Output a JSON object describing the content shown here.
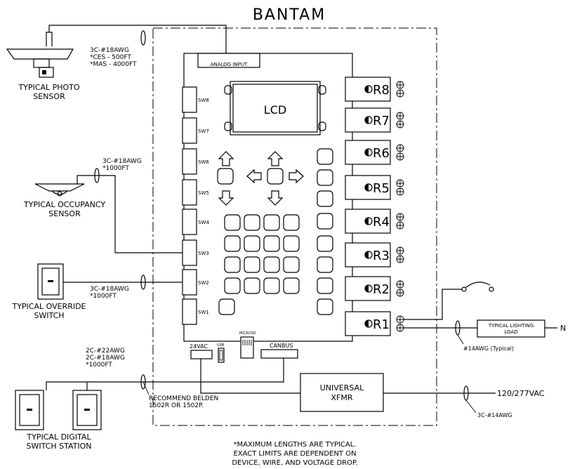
{
  "title": "BANTAM",
  "board": {
    "analog_input": "ANALOG INPUT",
    "lcd": "LCD",
    "switches": [
      "SW8",
      "SW7",
      "SW6",
      "SW5",
      "SW4",
      "SW3",
      "SW2",
      "SW1"
    ],
    "relays": [
      "R8",
      "R7",
      "R6",
      "R5",
      "R4",
      "R3",
      "R2",
      "R1"
    ],
    "power": "24VAC",
    "usb": "USB",
    "microsd": "MICROSD",
    "canbus": "CANBUS"
  },
  "photo_sensor": {
    "wire": [
      "3C-#18AWG",
      "*CES - 500FT",
      "*MAS - 4000FT"
    ],
    "label": [
      "TYPICAL PHOTO",
      "SENSOR"
    ]
  },
  "occupancy_sensor": {
    "wire": [
      "3C-#18AWG",
      "*1000FT"
    ],
    "label": [
      "TYPICAL OCCUPANCY",
      "SENSOR"
    ]
  },
  "override_switch": {
    "wire": [
      "3C-#18AWG",
      "*1000FT"
    ],
    "label": [
      "TYPICAL OVERRIDE",
      "SWITCH"
    ]
  },
  "digital_switch": {
    "wire": [
      "2C-#22AWG",
      "2C-#18AWG",
      "*1000FT"
    ],
    "recommend": [
      "RECOMMEND BELDEN",
      "1502R OR 1502P."
    ],
    "label": [
      "TYPICAL DIGITAL",
      "SWITCH STATION"
    ]
  },
  "transformer": {
    "label": [
      "UNIVERSAL",
      "XFMR"
    ],
    "supply": "120/277VAC",
    "wire": "3C-#14AWG"
  },
  "lighting": {
    "load": [
      "TYPICAL LIGHTING",
      "LOAD"
    ],
    "neutral": "N",
    "wire": "#14AWG (Typical)"
  },
  "note": [
    "*MAXIMUM LENGTHS ARE TYPICAL.",
    "EXACT LIMITS ARE DEPENDENT ON",
    "DEVICE, WIRE, AND VOLTAGE DROP."
  ]
}
